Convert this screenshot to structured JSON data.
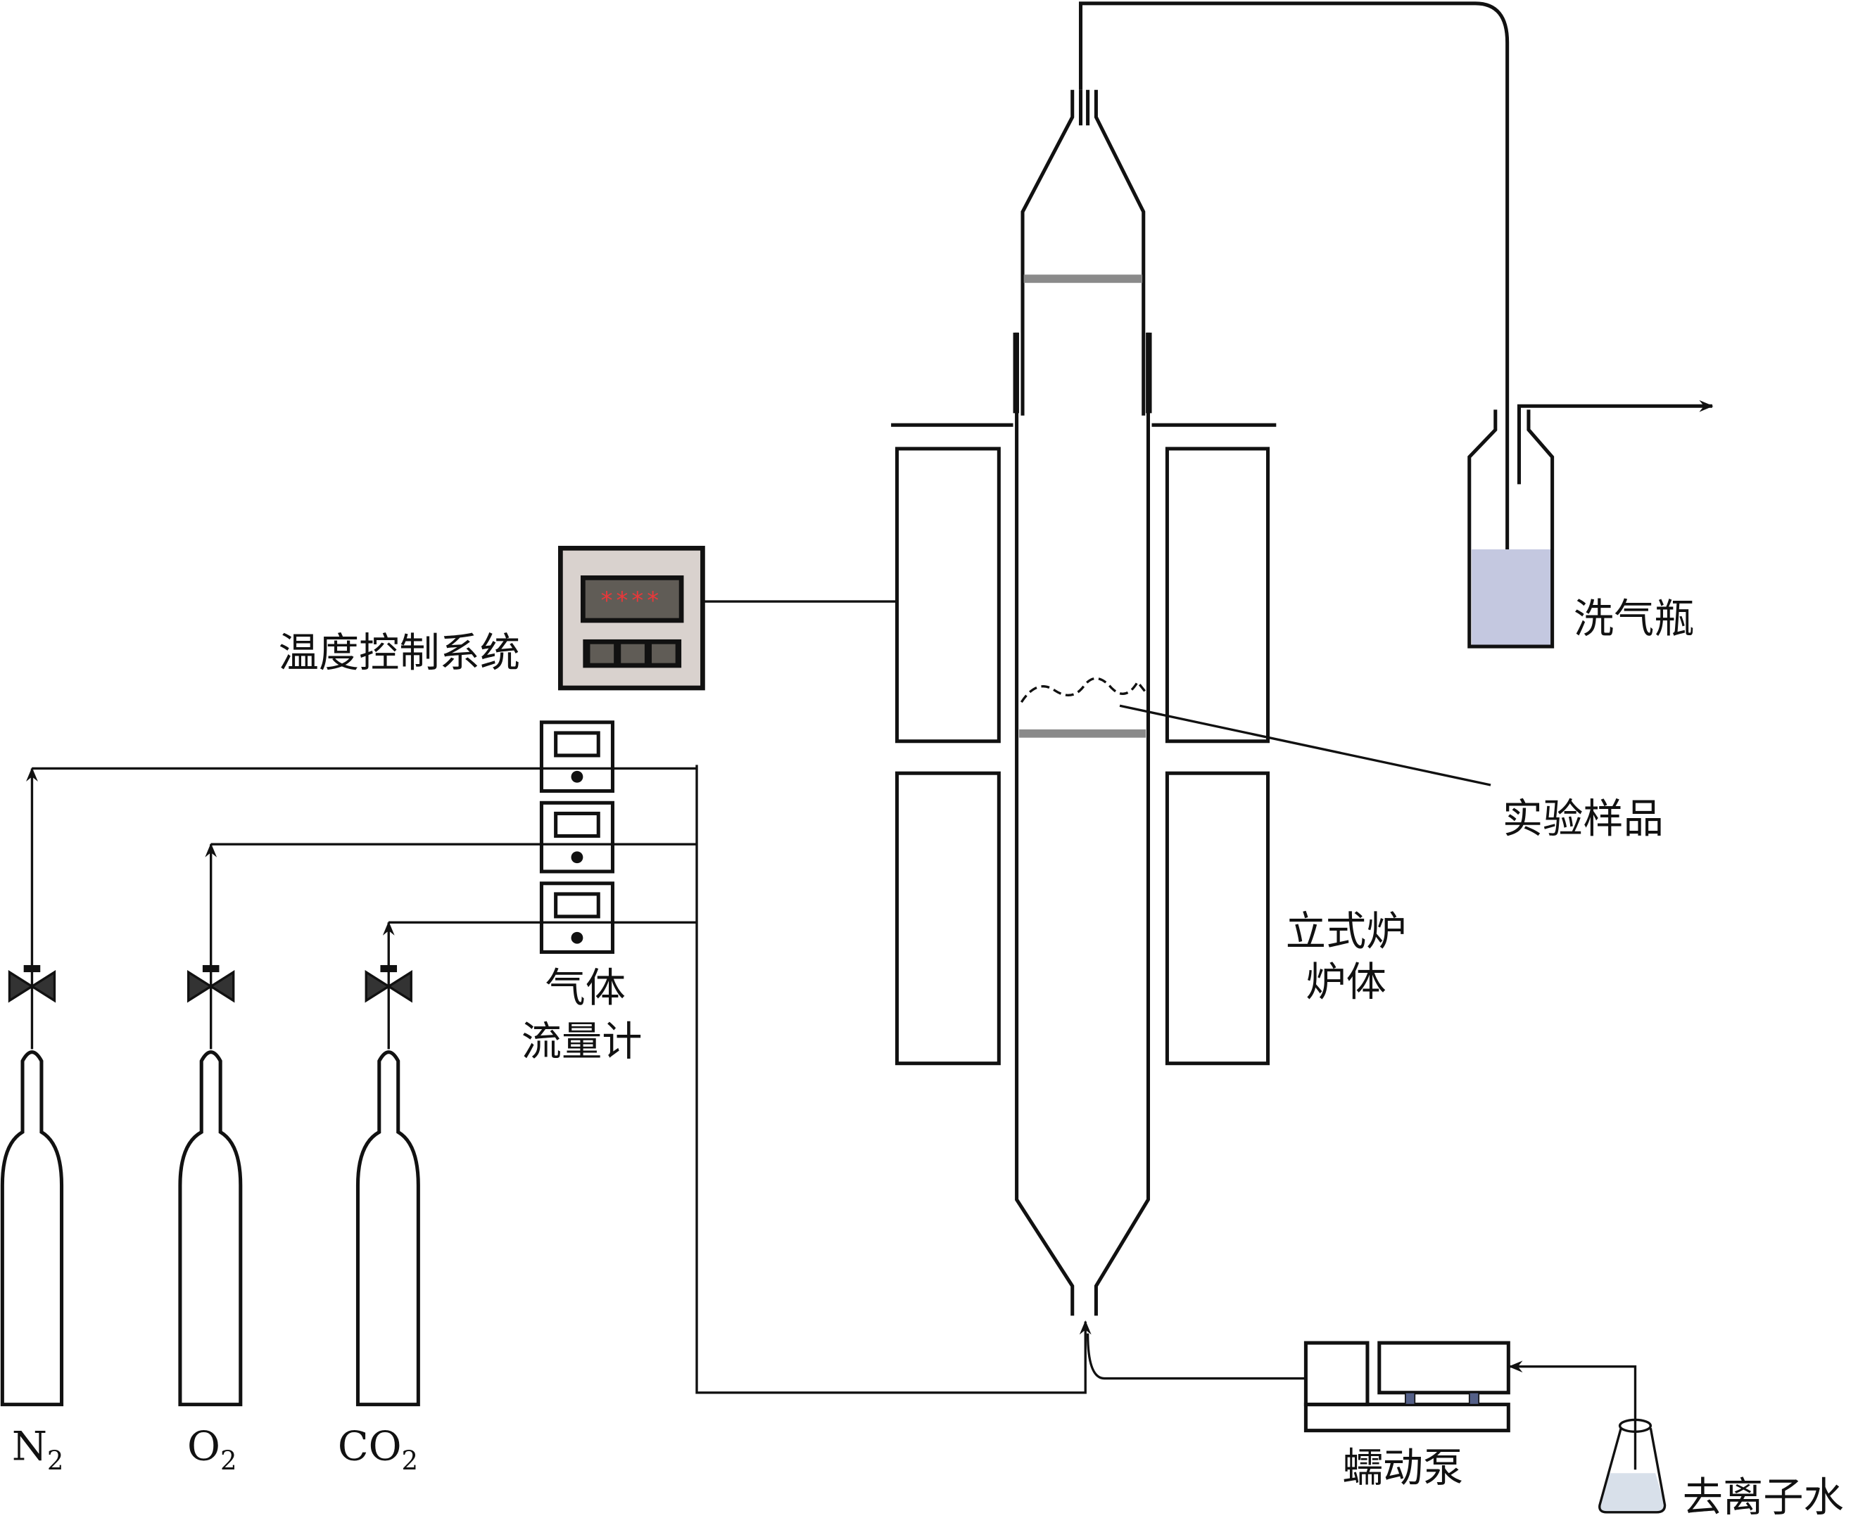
{
  "labels": {
    "temperature_control": "温度控制系统",
    "gas_washing_bottle": "洗气瓶",
    "sample": "实验样品",
    "furnace_line1": "立式炉",
    "furnace_line2": "炉体",
    "flowmeter_line1": "气体",
    "flowmeter_line2": "流量计",
    "pump": "蠕动泵",
    "water": "去离子水",
    "display_readout": "****"
  },
  "cylinders": [
    {
      "gas": "N",
      "sub": "2",
      "color": "#92b0d6"
    },
    {
      "gas": "O",
      "sub": "2",
      "color": "#c87074"
    },
    {
      "gas": "CO",
      "sub": "2",
      "color": "#7a9e68"
    }
  ],
  "colors": {
    "furnace_fill": "#d9d2ce",
    "panel_fill": "#d9d2ce",
    "display_fill": "#605c56",
    "display_text": "#e8383a",
    "tube_bar": "#8a8a8a",
    "pump_base": "#546088",
    "pump_head": "#5e7260",
    "liquid": "#c4c8e0",
    "water": "#d8e0ea"
  }
}
